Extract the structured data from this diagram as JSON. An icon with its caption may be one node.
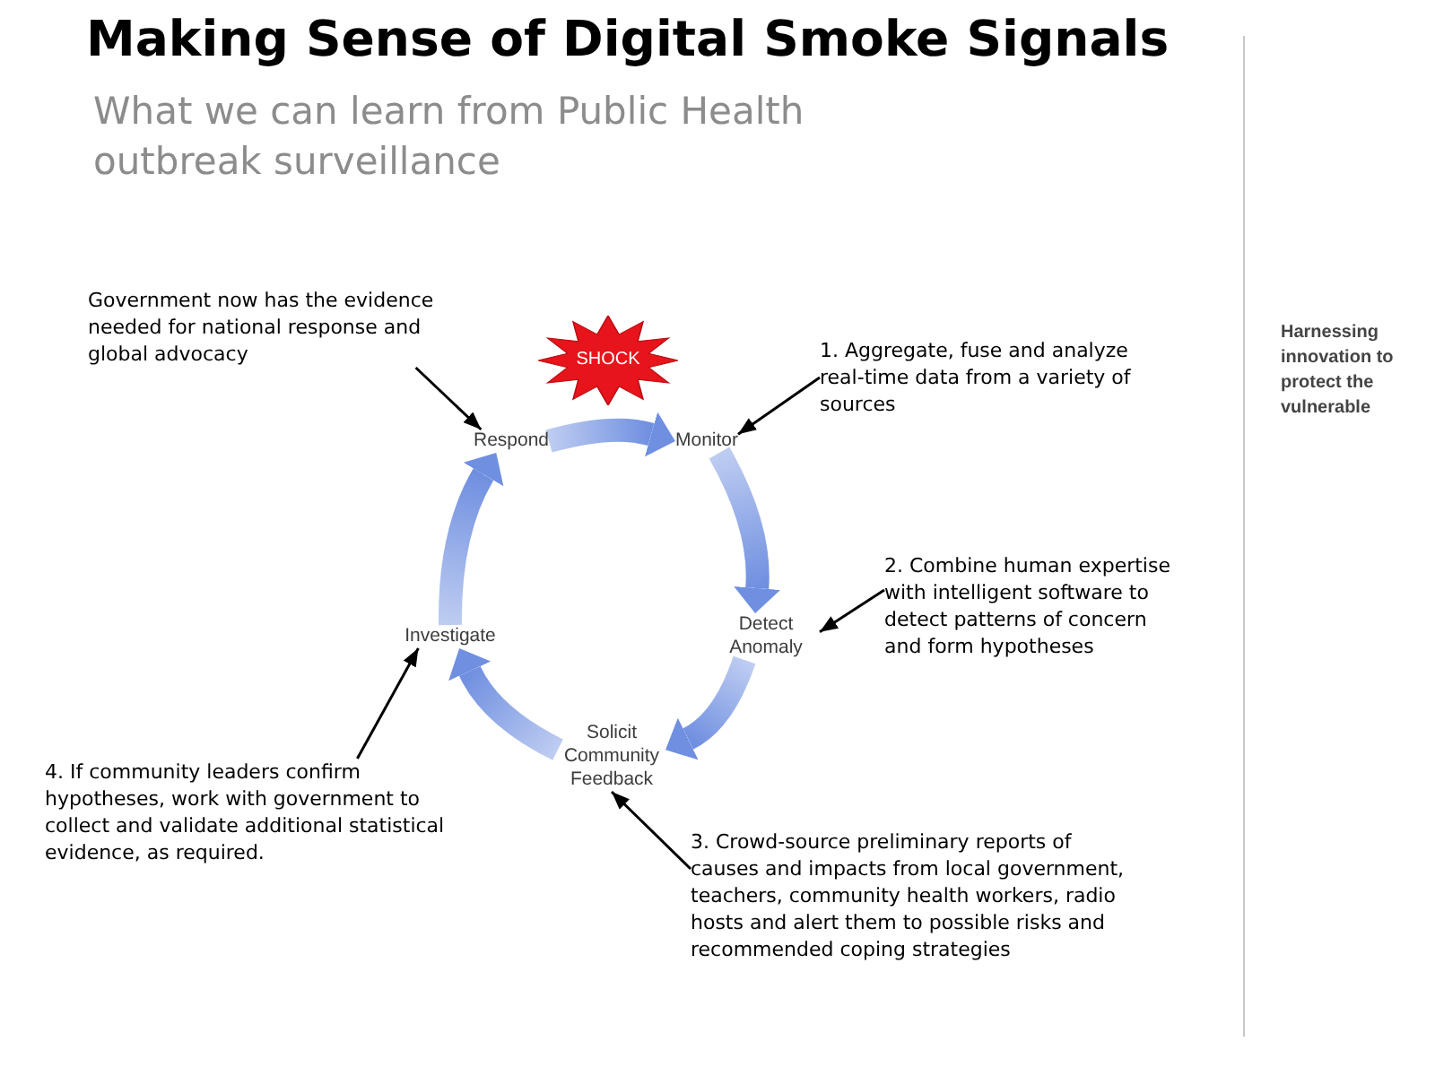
{
  "diagram": {
    "title": "Making Sense of Digital Smoke Signals",
    "nodes": [
      {
        "text": [
          "Government now has the evidence needed for national response and global advocacy"
        ]
      },
      {
        "text": [
          "SHOCK"
        ]
      },
      {
        "text": [
          "Respond"
        ]
      },
      {
        "text": [
          "Monitor"
        ]
      },
      {
        "text": [
          "1. Aggregate, fuse and analyze real-time data from a variety of sources"
        ]
      },
      {
        "text": [
          "Detect Anomaly"
        ]
      },
      {
        "text": [
          "2. Combine human expertise with intelligent software to detect patterns of concern and form hypotheses"
        ]
      },
      {
        "text": [
          "Investigate"
        ]
      },
      {
        "text": [
          "Solicit Community Feedback"
        ]
      },
      {
        "text": [
          "4. If community leaders confirm hypotheses, work with government to collect and validate additional statistical evidence, as required."
        ]
      },
      {
        "text": [
          "3. Crowd-source preliminary reports of causes and impacts from local government, teachers, community health workers, radio hosts and alert them to possible risks and recommended coping strategies"
        ]
      }
    ],
    "edges": [
      {
        "from": 2,
        "to": 3,
        "arrow": "to",
        "style": "thick",
        "color": "#6f8fe0"
      },
      {
        "from": 3,
        "to": 5,
        "arrow": "to",
        "style": "thick",
        "color": "#6f8fe0"
      },
      {
        "from": 5,
        "to": 8,
        "arrow": "to",
        "style": "thick",
        "color": "#6f8fe0"
      },
      {
        "from": 8,
        "to": 7,
        "arrow": "to",
        "style": "thick",
        "color": "#6f8fe0"
      },
      {
        "from": 7,
        "to": 2,
        "arrow": "to",
        "style": "thick",
        "color": "#6f8fe0"
      },
      {
        "from": 0,
        "to": 2,
        "arrow": "to"
      },
      {
        "from": 4,
        "to": 3,
        "arrow": "to"
      },
      {
        "from": 6,
        "to": 5,
        "arrow": "to"
      },
      {
        "from": 10,
        "to": 8,
        "arrow": "to"
      },
      {
        "from": 9,
        "to": 7,
        "arrow": "to"
      }
    ],
    "labels": [
      "What we can learn from Public Health outbreak surveillance",
      "Harnessing innovation to protect the vulnerable"
    ]
  }
}
